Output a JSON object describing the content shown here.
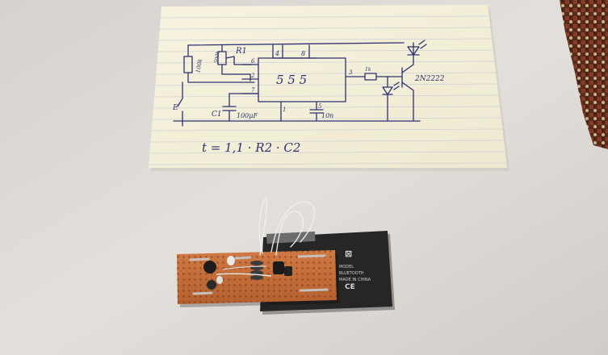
{
  "schematic": {
    "chip_label": "5 5 5",
    "pin_4": "4",
    "pin_8": "8",
    "pin_6": "6",
    "pin_2": "2",
    "pin_3": "3",
    "pin_1": "1",
    "pin_5": "5",
    "r1_label": "R1",
    "r1_value": "500k",
    "r_top_value": "100k",
    "c1_label": "C1",
    "c1_value": "100μF",
    "c_ctrl_value": "10n",
    "r_base_value": "1k",
    "transistor": "2N2222",
    "formula": "t = 1,1 · R2 · C2"
  },
  "board": {
    "module_text_1": "MODEL",
    "module_text_2": "BLUETOOTH",
    "module_text_3": "MADE IN CHINA"
  },
  "colors": {
    "paper": "#f4f0dc",
    "ink": "#2d3170",
    "floor": "#dcd8d4",
    "perfboard": "#c8703e",
    "module": "#262626"
  }
}
